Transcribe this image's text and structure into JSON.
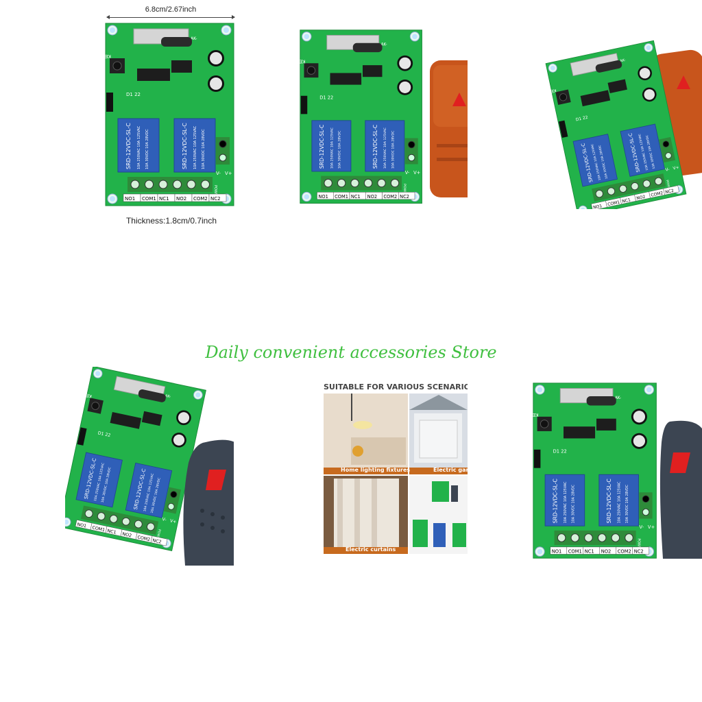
{
  "dimensions": {
    "width_label": "6.8cm/2.67inch",
    "thickness_label": "Thickness:1.8cm/0.7inch"
  },
  "store_name": "Daily convenient accessories Store",
  "board": {
    "antenna_label": "AK-",
    "key_label": "KEY",
    "crystal_label": "D1 22",
    "relay_text_1": "10A 250VAC 10A 125VAC",
    "relay_text_2": "10A 30VDC 10A 28VDC",
    "relay_model": "SRD-12VDC-SL-C",
    "power_label": "POWER",
    "vminus": "V-",
    "vplus": "V+",
    "terminals": [
      "NO1",
      "COM1",
      "NC1",
      "NO2",
      "COM2",
      "NC2"
    ]
  },
  "scenarios": {
    "heading": "SUITABLE FOR VARIOUS SCENARIO",
    "captions": [
      "Home lighting fixtures",
      "Electric garage",
      "Electric curtains"
    ]
  },
  "colors": {
    "pcb": "#22b24a",
    "relay": "#2f5fb8",
    "terminal": "#2e8b3a",
    "remote_orange": "#c8551c",
    "remote_dark": "#3c4552",
    "button_red": "#e02020",
    "store_text": "#3fbf3f"
  }
}
